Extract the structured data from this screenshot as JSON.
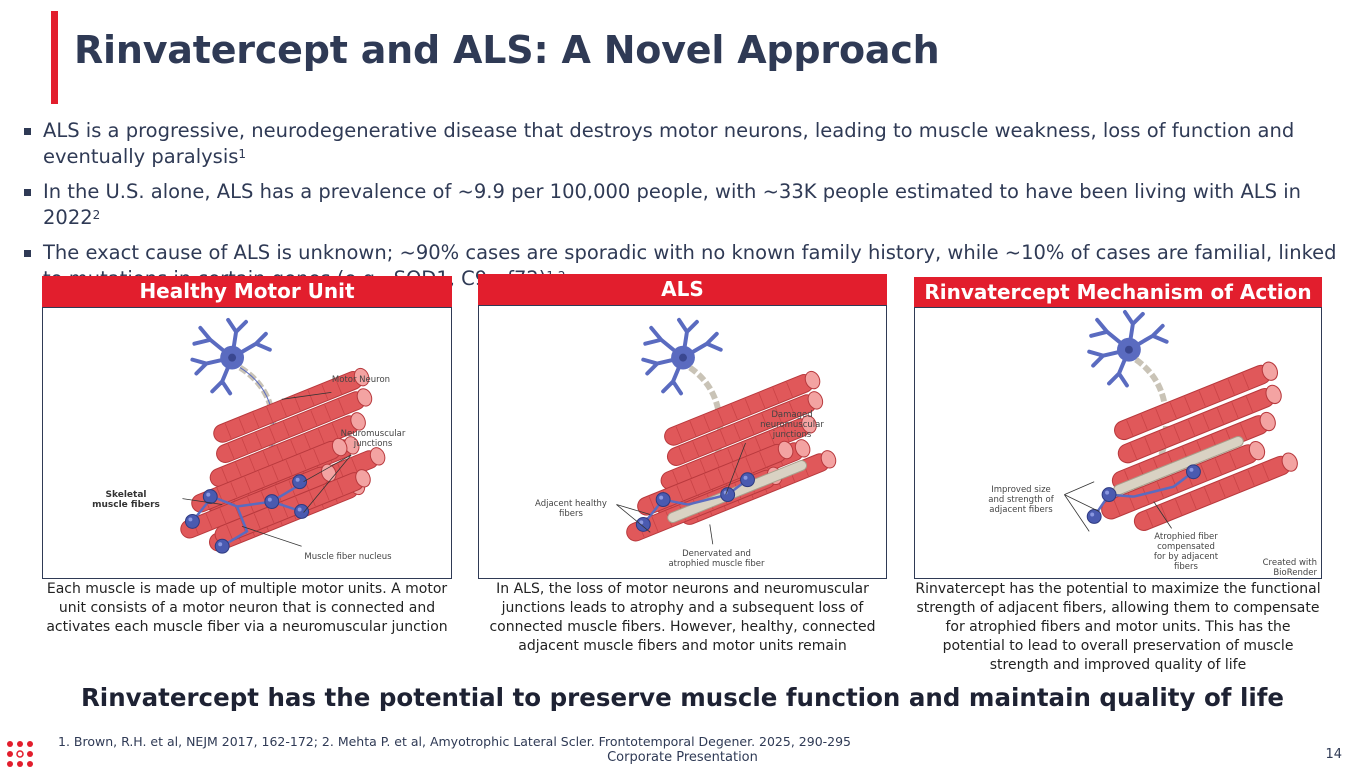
{
  "title": "Rinvatercept and ALS: A Novel Approach",
  "bullets": [
    {
      "text": "ALS is a progressive, neurodegenerative disease that destroys motor neurons, leading to muscle weakness, loss of function and eventually paralysis",
      "sup": "1"
    },
    {
      "text": "In the U.S. alone, ALS has a prevalence of ~9.9 per 100,000 people, with ~33K people estimated to have been living with ALS in 2022",
      "sup": "2"
    },
    {
      "text": "The exact cause of ALS is unknown; ~90% cases are sporadic with no known family history, while ~10% of cases are familial, linked to mutations in certain genes (e.g., SOD1, C9orf72)",
      "sup": "1,2"
    }
  ],
  "panels": {
    "healthy": {
      "header": "Healthy Motor Unit",
      "labels": {
        "motor_neuron": "Motor Neuron",
        "nmj": "Neuromuscular junctions",
        "skeletal": "Skeletal muscle fibers",
        "nucleus": "Muscle fiber nucleus"
      },
      "caption": "Each muscle is made up of multiple motor units. A motor unit consists of a motor neuron that is connected and activates each muscle fiber via a neuromuscular junction"
    },
    "als": {
      "header": "ALS",
      "labels": {
        "damaged": "Damaged neuromuscular junctions",
        "adjacent": "Adjacent healthy fibers",
        "denervated": "Denervated and atrophied muscle fiber"
      },
      "caption": "In ALS, the loss of motor neurons and neuromuscular junctions leads to atrophy and a subsequent loss of connected muscle fibers. However, healthy, connected adjacent muscle fibers and motor units remain"
    },
    "moa": {
      "header": "Rinvatercept Mechanism of Action",
      "labels": {
        "improved": "Improved size and strength of adjacent fibers",
        "atrophied": "Atrophied fiber compensated for by adjacent fibers",
        "credit": "Created with BioRender"
      },
      "caption": "Rinvatercept has the potential to maximize the functional strength of adjacent fibers, allowing them to compensate for atrophied fibers and motor units. This has the potential to lead to overall preservation of muscle strength and improved quality of life"
    }
  },
  "conclusion": "Rinvatercept has the potential to preserve muscle function and maintain quality of life",
  "footnote": "1. Brown, R.H. et al, NEJM 2017, 162-172; 2. Mehta P. et al, Amyotrophic Lateral Scler. Frontotemporal Degener. 2025, 290-295",
  "footer": "Corporate Presentation",
  "page_number": "14",
  "colors": {
    "accent": "#e21e2d",
    "navy": "#2f3a55",
    "muscle": "#e0585a",
    "nerve": "#5a6bc0"
  }
}
